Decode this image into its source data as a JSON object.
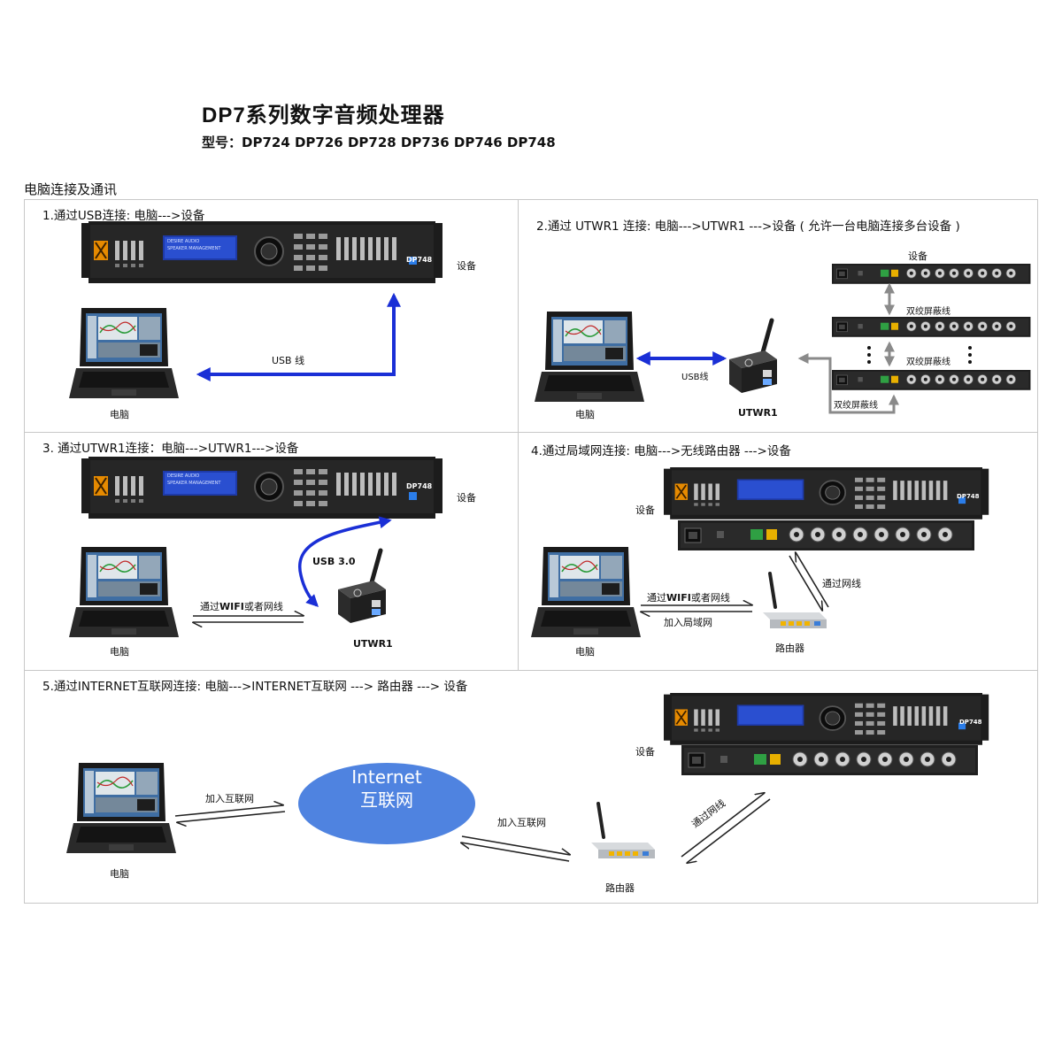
{
  "header": {
    "title_model": "DP7",
    "title_text": "系列数字音频处理器",
    "subtitle": "型号：DP724   DP726   DP728  DP736   DP746   DP748"
  },
  "section_heading": "电脑连接及通讯",
  "device_front_text": {
    "model": "DP748",
    "display_line1": "DESIRE AUDIO",
    "display_line2": "SPEAKER MANAGEMENT"
  },
  "router_label": "路由器",
  "panels": {
    "p1": {
      "title": "1.通过USB连接:  电脑--->设备",
      "device_label": "设备",
      "computer_label": "电脑",
      "cable_label": "USB  线"
    },
    "p2": {
      "title": "2.通过 UTWR1 连接:  电脑--->UTWR1 --->设备 ( 允许一台电脑连接多台设备 )",
      "device_label": "设备",
      "cable_label_1": "双绞屏蔽线",
      "cable_label_2": "双绞屏蔽线",
      "cable_label_3": "双绞屏蔽线",
      "usb_label": "USB线",
      "computer_label": "电脑",
      "utwr_label": "UTWR1"
    },
    "p3": {
      "title": "3. 通过UTWR1连接：电脑--->UTWR1--->设备",
      "device_label": "设备",
      "usb_label": "USB 3.0",
      "wifi_prefix": "通过",
      "wifi_bold": "WIFI",
      "wifi_suffix": "或者网线",
      "computer_label": "电脑",
      "utwr_label": "UTWR1"
    },
    "p4": {
      "title": "4.通过局域网连接:  电脑--->无线路由器 --->设备",
      "device_label": "设备",
      "network_label": "通过网线",
      "wifi_prefix": "通过",
      "wifi_bold": "WIFI",
      "wifi_suffix": "或者网线",
      "lan_label": "加入局域网",
      "computer_label": "电脑",
      "router_label": "路由器"
    },
    "p5": {
      "title": "5.通过INTERNET互联网连接:  电脑--->INTERNET互联网 ---> 路由器 ---> 设备",
      "device_label": "设备",
      "join_internet_1": "加入互联网",
      "join_internet_2": "加入互联网",
      "cloud_line1": "Internet",
      "cloud_line2": "互联网",
      "network_label": "通过网线",
      "computer_label": "电脑",
      "router_label": "路由器"
    }
  },
  "colors": {
    "usb_arrow": "#1a2fd6",
    "link_arrow": "#222222",
    "gray_arrow": "#8a8a8a",
    "cloud": "#4f83e0",
    "device_body": "#1c1c1c",
    "router_body": "#c9ccd0",
    "router_ports": "#f2b400"
  }
}
